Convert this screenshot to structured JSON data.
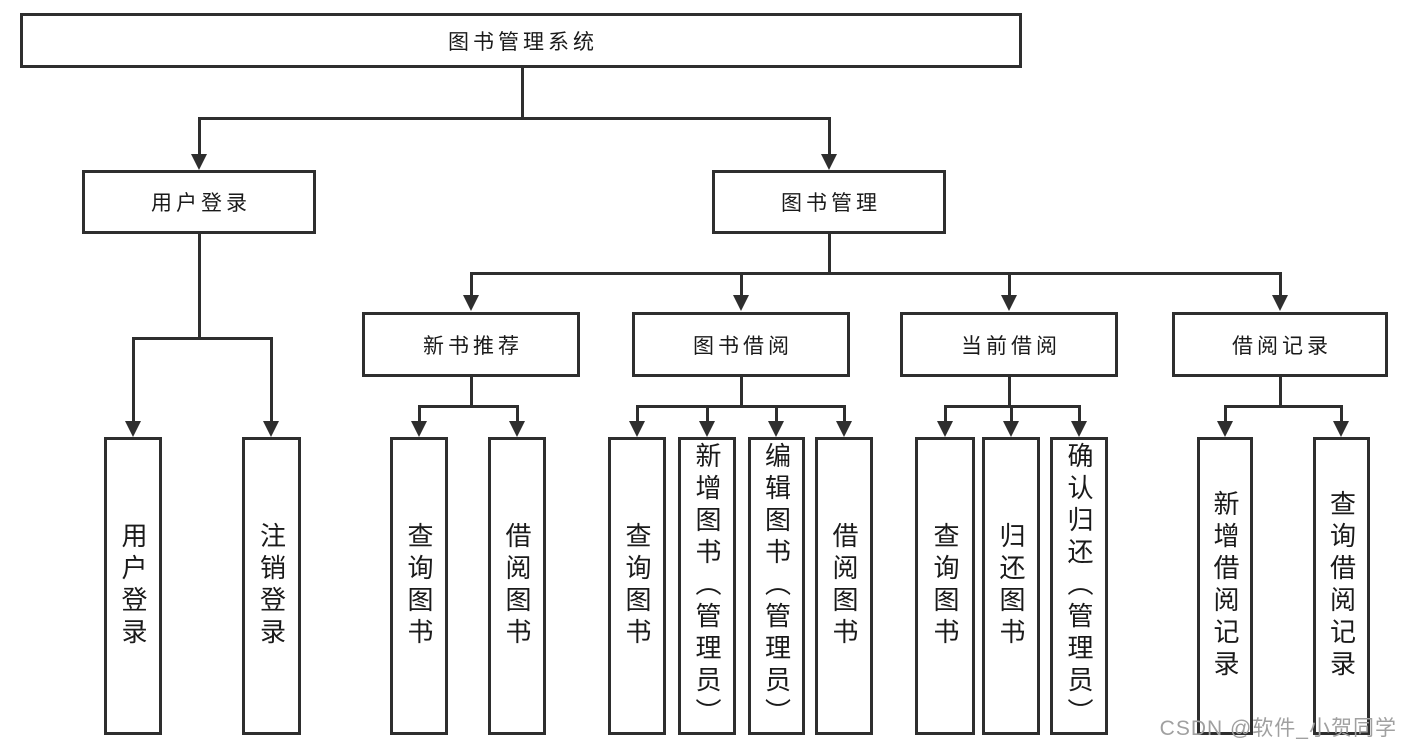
{
  "diagram": {
    "title": "图书管理系统",
    "root": {
      "label": "图书管理系统"
    },
    "branches": [
      {
        "id": "user-login",
        "label": "用户登录"
      },
      {
        "id": "book-management",
        "label": "图书管理"
      }
    ],
    "modules": [
      {
        "id": "new-book-recommend",
        "label": "新书推荐",
        "parent": "book-management"
      },
      {
        "id": "book-borrowing",
        "label": "图书借阅",
        "parent": "book-management"
      },
      {
        "id": "current-borrowing",
        "label": "当前借阅",
        "parent": "book-management"
      },
      {
        "id": "borrowing-records",
        "label": "借阅记录",
        "parent": "book-management"
      }
    ],
    "functions": [
      {
        "id": "leaf-user-login",
        "label": "用户登录",
        "parent": "user-login"
      },
      {
        "id": "leaf-logout",
        "label": "注销登录",
        "parent": "user-login"
      },
      {
        "id": "leaf-query-books-recommend",
        "label": "查询图书",
        "parent": "new-book-recommend"
      },
      {
        "id": "leaf-borrow-books-recommend",
        "label": "借阅图书",
        "parent": "new-book-recommend"
      },
      {
        "id": "leaf-query-books-borrowing",
        "label": "查询图书",
        "parent": "book-borrowing"
      },
      {
        "id": "leaf-add-books-admin",
        "label": "新增图书（管理员）",
        "parent": "book-borrowing"
      },
      {
        "id": "leaf-edit-books-admin",
        "label": "编辑图书（管理员）",
        "parent": "book-borrowing"
      },
      {
        "id": "leaf-borrow-books",
        "label": "借阅图书",
        "parent": "book-borrowing"
      },
      {
        "id": "leaf-query-books-current",
        "label": "查询图书",
        "parent": "current-borrowing"
      },
      {
        "id": "leaf-return-books",
        "label": "归还图书",
        "parent": "current-borrowing"
      },
      {
        "id": "leaf-confirm-return-admin",
        "label": "确认归还（管理员）",
        "parent": "current-borrowing"
      },
      {
        "id": "leaf-add-borrow-record",
        "label": "新增借阅记录",
        "parent": "borrowing-records"
      },
      {
        "id": "leaf-query-borrow-record",
        "label": "查询借阅记录",
        "parent": "borrowing-records"
      }
    ]
  },
  "watermark": {
    "text": "CSDN @软件_小贺同学"
  },
  "colors": {
    "background": "#ffffff",
    "line": "#2e2e2e",
    "box_border": "#2e2e2e",
    "box_fill": "#ffffff",
    "text": "#1a1a1a",
    "watermark": "#a0a0a0"
  }
}
